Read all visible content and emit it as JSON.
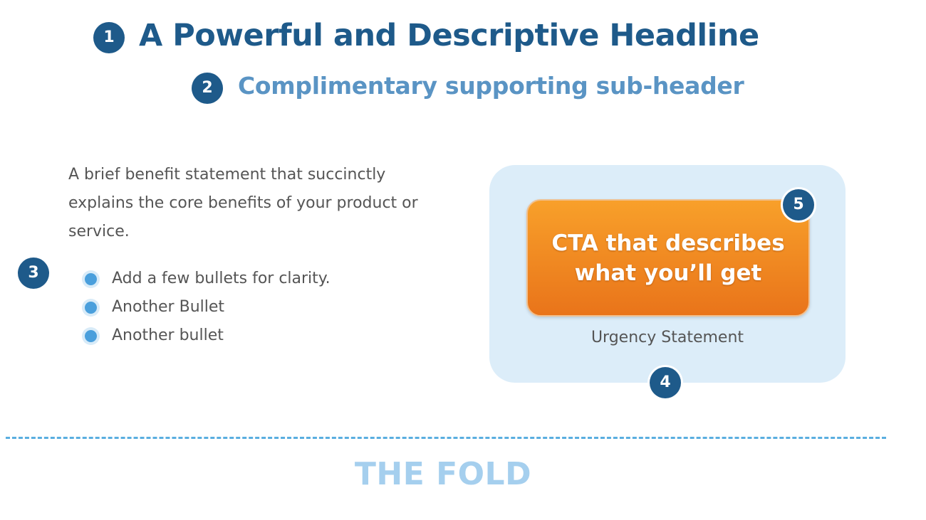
{
  "headline": {
    "badge": "1",
    "text": "A Powerful and Descriptive Headline"
  },
  "subheader": {
    "badge": "2",
    "text": "Complimentary supporting sub-header"
  },
  "benefits": {
    "badge": "3",
    "statement": "A brief benefit statement that succinctly explains the core benefits of your product or service.",
    "bullets": [
      "Add a few bullets for clarity.",
      "Another Bullet",
      "Another bullet"
    ]
  },
  "cta": {
    "badge": "5",
    "label": "CTA that describes what you’ll get",
    "urgency_badge": "4",
    "urgency": "Urgency Statement"
  },
  "fold": {
    "label": "THE FOLD"
  },
  "colors": {
    "primary": "#1e5a8a",
    "subheader": "#5a94c4",
    "panel": "#dcedf9",
    "cta_top": "#f8a02a",
    "cta_bottom": "#e9741a",
    "fold": "#a5cfee",
    "bullet": "#4a9fdc"
  }
}
